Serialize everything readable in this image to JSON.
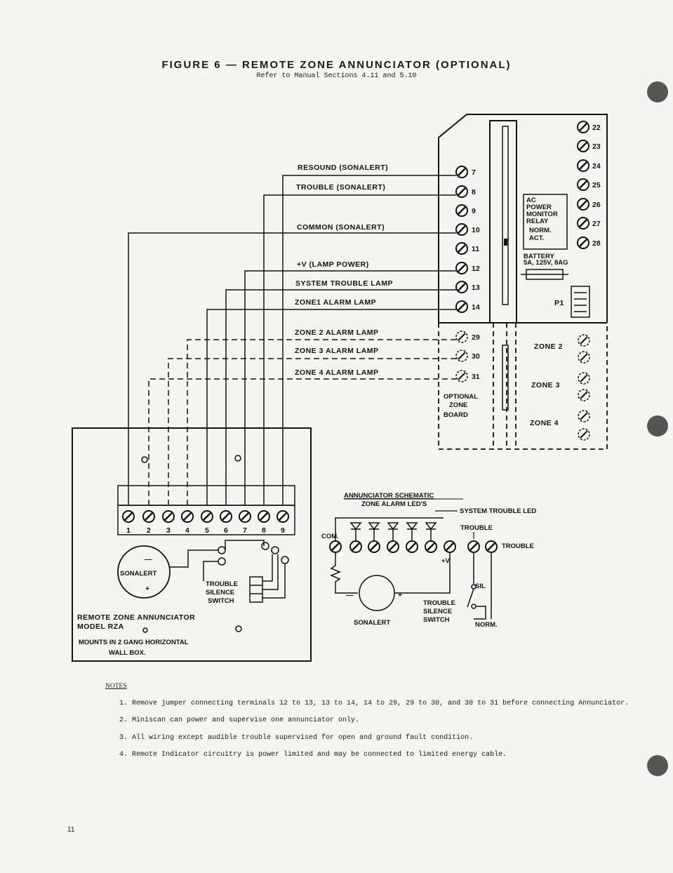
{
  "title": "FIGURE 6 — REMOTE ZONE ANNUNCIATOR (OPTIONAL)",
  "subtitle": "Refer to Manual Sections 4.11 and 5.10",
  "wire_labels": [
    "RESOUND (SONALERT)",
    "TROUBLE (SONALERT)",
    "COMMON (SONALERT)",
    "+V (LAMP POWER)",
    "SYSTEM TROUBLE LAMP",
    "ZONE1 ALARM LAMP",
    "ZONE 2 ALARM LAMP",
    "ZONE 3 ALARM LAMP",
    "ZONE 4 ALARM LAMP"
  ],
  "panel_terminals": [
    "7",
    "8",
    "9",
    "10",
    "11",
    "12",
    "13",
    "14",
    "29",
    "30",
    "31"
  ],
  "right_terminals": [
    "22",
    "23",
    "24",
    "25",
    "26",
    "27",
    "28"
  ],
  "relay_box": [
    "AC",
    "POWER",
    "MONITOR",
    "RELAY",
    "NORM.",
    "ACT."
  ],
  "battery_label": [
    "BATTERY",
    "5A, 125V, 8AG"
  ],
  "p1_label": "P1",
  "zone_labels": [
    "ZONE 2",
    "ZONE 3",
    "ZONE 4"
  ],
  "optional_board": [
    "OPTIONAL",
    "ZONE",
    "BOARD"
  ],
  "annunciator_terminals": [
    "1",
    "2",
    "3",
    "4",
    "5",
    "6",
    "7",
    "8",
    "9"
  ],
  "sonalert_label": "SONALERT",
  "plus_sign": "+",
  "minus_sign": "—",
  "trouble_silence_switch": [
    "TROUBLE",
    "SILENCE",
    "SWITCH"
  ],
  "annunciator_model": [
    "REMOTE ZONE ANNUNCIATOR",
    "MODEL RZA"
  ],
  "mounts_text": [
    "MOUNTS IN 2 GANG HORIZONTAL",
    "WALL BOX."
  ],
  "schematic": {
    "title": "ANNUNCIATOR SCHEMATIC",
    "zone_leds": "ZONE ALARM LED'S",
    "system_trouble_led": "SYSTEM TROUBLE LED",
    "trouble_top": "TROUBLE",
    "com": "COM.",
    "trouble_right": "TROUBLE",
    "plus_v": "+V",
    "sil": "SIL",
    "sonalert": "SONALERT",
    "switch": [
      "TROUBLE",
      "SILENCE",
      "SWITCH"
    ],
    "norm": "NORM."
  },
  "notes_heading": "NOTES",
  "notes": [
    "1.  Remove jumper connecting terminals 12 to 13, 13 to 14, 14 to 29, 29 to 30, and 30 to 31 before connecting Annunciator.",
    "2.  Miniscan can power and supervise one annunciator only.",
    "3.  All wiring except audible trouble supervised for open and ground fault condition.",
    "4.  Remote Indicator circuitry is power limited and may be connected to limited energy cable."
  ],
  "page_number": "11"
}
